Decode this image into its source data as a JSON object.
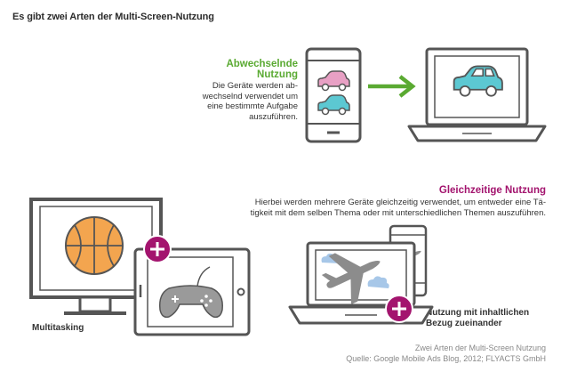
{
  "title": "Es gibt zwei Arten der Multi-Screen-Nutzung",
  "sections": {
    "alternating": {
      "heading_line1": "Abwechselnde",
      "heading_line2": "Nutzung",
      "text_line1": "Die Geräte werden ab-",
      "text_line2": "wechselnd verwendet um",
      "text_line3": "eine bestimmte Aufgabe",
      "text_line4": "auszuführen."
    },
    "simultaneous": {
      "heading": "Gleichzeitige Nutzung",
      "text_line1": "Hierbei werden mehrere Geräte gleichzeitig verwendet, um entweder eine Tä-",
      "text_line2": "tigkeit mit dem selben Thema oder mit unterschiedlichen Themen auszuführen.",
      "multitasking_label": "Multitasking",
      "bezug_line1": "Nutzung mit inhaltlichen",
      "bezug_line2": "Bezug zueinander"
    }
  },
  "caption": {
    "line1": "Zwei Arten der Multi-Screen Nutzung",
    "line2": "Quelle: Google Mobile Ads Blog, 2012; FLYACTS GmbH"
  },
  "colors": {
    "green": "#5aaa32",
    "magenta": "#a3146e",
    "outline": "#555555",
    "teal": "#5cc8d2",
    "pink": "#e8a0c4",
    "orange": "#f3a54f",
    "cloud": "#a7c7e8",
    "plane": "#8c8c8c"
  },
  "icons": {
    "phone": "smartphone-icon",
    "laptop": "laptop-icon",
    "car": "car-icon",
    "arrow": "arrow-right-icon",
    "monitor": "monitor-icon",
    "basketball": "basketball-icon",
    "tablet": "tablet-icon",
    "gamepad": "gamepad-icon",
    "plus": "plus-icon",
    "airplane": "airplane-icon",
    "cloud": "cloud-icon"
  }
}
